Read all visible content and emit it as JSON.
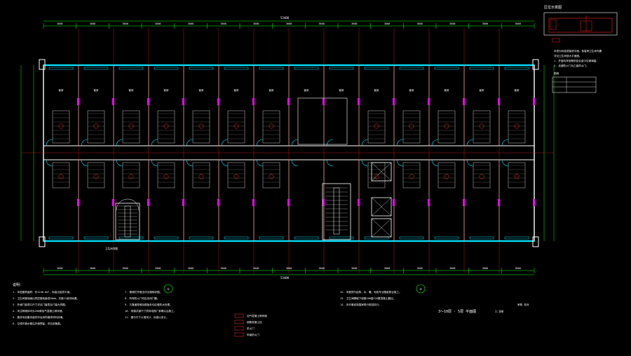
{
  "drawing": {
    "overall_dim_top": "53400",
    "overall_dim_bottom": "53400",
    "sheet_title": "3～10层 - 5层 平面图",
    "sheet_scale": "1:100",
    "key_plan_label": "区位示意图",
    "room_tag": "卫生间详图",
    "axis_bubble_1": "①",
    "axis_bubble_2": "②",
    "notes_heading": "说明：",
    "legend_table_heading": "图例",
    "stamp_text": "审核 校对"
  },
  "colors": {
    "background": "#000000",
    "wall": "#ffffff",
    "window": "#00e5ff",
    "dimension": "#00ff00",
    "axis": "#ff2020",
    "door": "#00e5ff",
    "column": "#ff00ff",
    "hatch": "#c8c8c8",
    "fixture": "#ff3030"
  },
  "top_dims": [
    "3600",
    "3600",
    "3600",
    "3600",
    "3600",
    "3600",
    "3600",
    "3600",
    "3600",
    "3600",
    "3600",
    "3600",
    "3600",
    "3600",
    "3600"
  ],
  "bottom_dims": [
    "3600",
    "3600",
    "3600",
    "3600",
    "3600",
    "3600",
    "3600",
    "3600",
    "3600",
    "3600",
    "3600",
    "3600",
    "3600",
    "3600",
    "3600"
  ],
  "room_labels": [
    "客房",
    "客房",
    "客房",
    "客房",
    "客房",
    "客房",
    "客房",
    "客房",
    "客房",
    "客房",
    "客房",
    "客房",
    "客房",
    "客房"
  ],
  "notes_left": [
    "1. 本层建筑面积：约1246.8m²，标高见各层平面。",
    "2. 卫生间楼地面比同层楼地面低20mm，并做1%坡向地漏。",
    "3. 外墙门窗洞口尺寸详见门窗表及门窗大样图。",
    "4. 未注明墙体均为200厚加气混凝土砌块墙。",
    "5. 管井待设备安装完毕后用同墙体材料封堵。",
    "6. 空调冷凝水管沿外墙预留，详见设备图。"
  ],
  "notes_middle": [
    "7. 楼梯栏杆做法详见楼梯详图。",
    "8. 所有防火门均应设闭门器。",
    "9. 凡管道穿墙及楼板处均应做防水处理。",
    "10. 电梯井道尺寸须待电梯厂家确认后施工。",
    "11. 图中尺寸以毫米计，标高以米计。"
  ],
  "notes_right": [
    "12. 本图须与结构、水、暖、电各专业图纸配合施工。",
    "13. 卫生间隔墙下部做200高C20素混凝土翻边。",
    "14. 未尽事宜按国家现行规范执行。"
  ],
  "legend_items": [
    "加气混凝土砌块墙",
    "钢筋混凝土柱",
    "防火门",
    "甲级防火门"
  ],
  "side_notes": [
    "本层为标准层客房平面，各客房卫生间布置",
    "详见卫生间放大平面图。",
    "1. 外窗均采用断桥铝合金中空玻璃窗。",
    "2. 走廊防火门为乙级防火门。"
  ]
}
